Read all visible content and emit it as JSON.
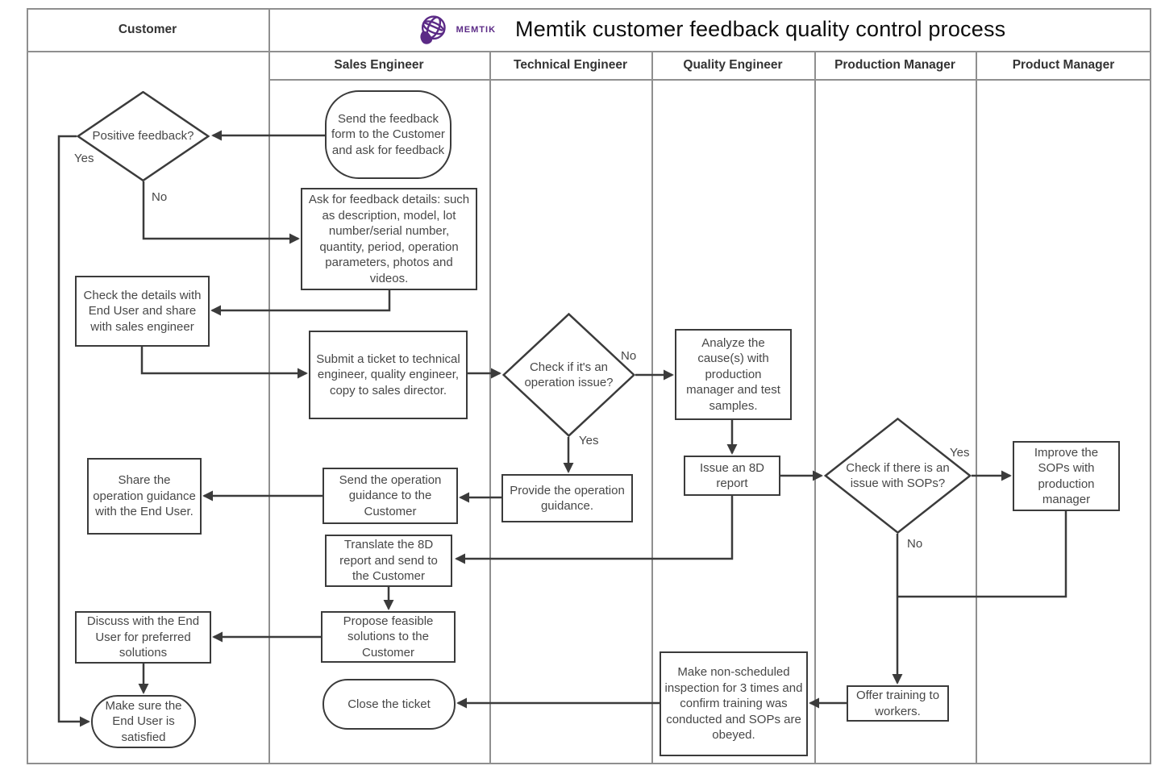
{
  "header": {
    "customer_lane": "Customer",
    "logo_text": "MEMTIK",
    "title": "Memtik customer feedback quality control process"
  },
  "lanes": [
    {
      "label": "Sales Engineer"
    },
    {
      "label": "Technical Engineer"
    },
    {
      "label": "Quality Engineer"
    },
    {
      "label": "Production Manager"
    },
    {
      "label": "Product Manager"
    }
  ],
  "nodes": {
    "positive_feedback": "Positive feedback?",
    "send_feedback_form": "Send the feedback form to the Customer and ask for feedback",
    "ask_feedback_details": "Ask for feedback details: such as description, model, lot number/serial number, quantity, period, operation parameters, photos and videos.",
    "check_details": "Check the details with End User and share with sales engineer",
    "submit_ticket": "Submit a ticket to technical engineer, quality engineer, copy to sales director.",
    "operation_issue": "Check if it's an operation issue?",
    "analyze_causes": "Analyze the cause(s) with production manager and test samples.",
    "issue_8d_report": "Issue an 8D report",
    "sops_issue": "Check if there is an issue with SOPs?",
    "improve_sops": "Improve the SOPs with production manager",
    "share_guidance": "Share the operation guidance with the End User.",
    "send_guidance": "Send the operation guidance to the Customer",
    "provide_guidance": "Provide the operation guidance.",
    "translate_8d": "Translate the 8D report and send to the Customer",
    "propose_solutions": "Propose feasible solutions to the Customer",
    "discuss_end_user": "Discuss with the End User for preferred solutions",
    "make_sure_satisfied": "Make sure the End User is satisfied",
    "close_ticket": "Close the ticket",
    "non_scheduled_inspection": "Make non-scheduled inspection for 3 times and confirm training was conducted and SOPs are obeyed.",
    "offer_training": "Offer training to workers."
  },
  "edge_labels": {
    "positive_yes": "Yes",
    "positive_no": "No",
    "operation_no": "No",
    "operation_yes": "Yes",
    "sops_yes": "Yes",
    "sops_no": "No"
  },
  "colors": {
    "brand": "#5b2a86",
    "shape_border": "#3b3b3b",
    "grid_line": "#8f8f8f"
  }
}
